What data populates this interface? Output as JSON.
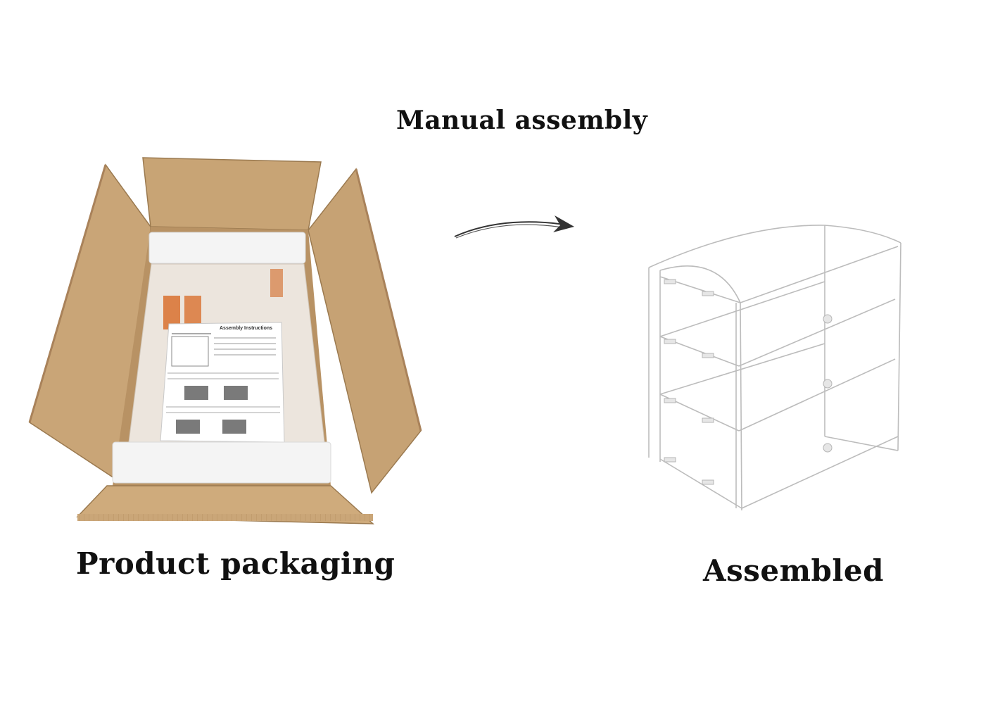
{
  "header": {
    "title": "Manual assembly"
  },
  "packaging": {
    "label": "Product packaging",
    "manual_title": "Assembly Instructions",
    "colors": {
      "cardboard": "#c9a577",
      "cardboard_dark": "#a9825a",
      "foam": "#f4f4f4"
    }
  },
  "assembled": {
    "label": "Assembled"
  },
  "arrow": {
    "icon": "arrow-right-icon",
    "color": "#333333"
  }
}
